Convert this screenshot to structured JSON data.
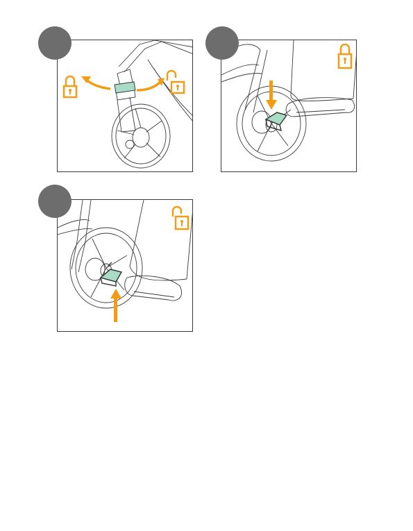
{
  "figure": {
    "steps": [
      {
        "name": "step-1",
        "icons": [
          "lock-icon",
          "unlock-icon"
        ],
        "arrows": [
          "arrow-left",
          "arrow-right"
        ]
      },
      {
        "name": "step-2",
        "icons": [
          "lock-icon"
        ],
        "arrows": [
          "arrow-down"
        ]
      },
      {
        "name": "step-3",
        "icons": [
          "unlock-icon"
        ],
        "arrows": [
          "arrow-up"
        ]
      }
    ]
  },
  "colors": {
    "accent": "#f39c12",
    "badge": "#6d6d6d",
    "highlight": "#a8dcc6",
    "line": "#3a3a3a"
  }
}
